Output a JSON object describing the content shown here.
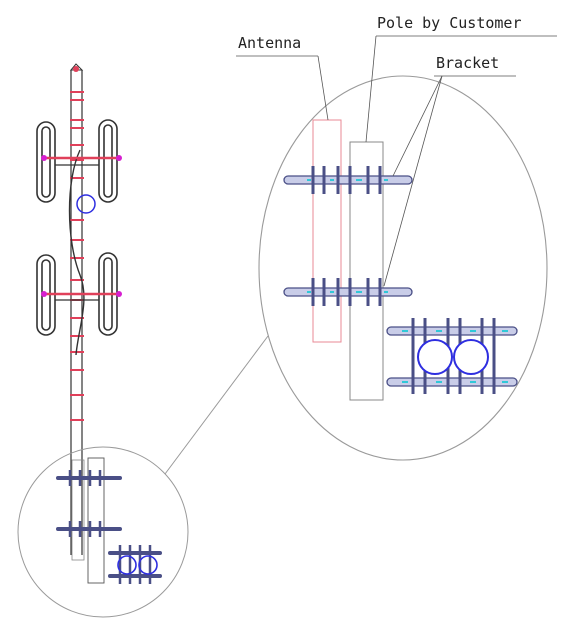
{
  "labels": {
    "antenna": "Antenna",
    "pole": "Pole by Customer",
    "bracket": "Bracket"
  },
  "colors": {
    "line": "#333333",
    "red": "#e0405a",
    "magenta": "#d61fd0",
    "blue": "#2e2ee0",
    "cyan": "#30c8d8",
    "bracket_fill": "#c9cde8",
    "bracket_stroke": "#4a4f86",
    "thin": "#b0b0b0"
  }
}
